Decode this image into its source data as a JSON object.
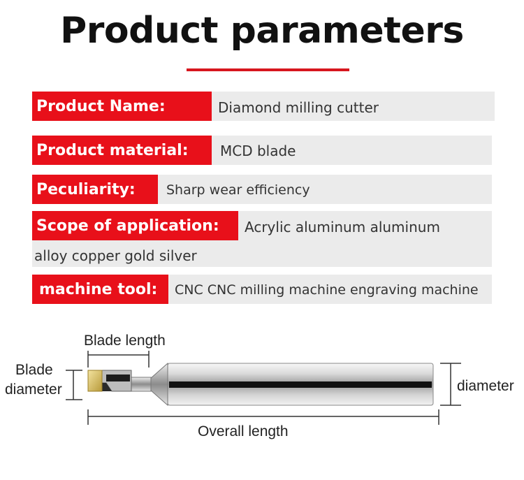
{
  "title": "Product parameters",
  "params": [
    {
      "label": "Product Name:",
      "value": "Diamond milling cutter"
    },
    {
      "label": "Product material:",
      "value": "MCD blade"
    },
    {
      "label": "Peculiarity:",
      "value": "Sharp wear efficiency"
    },
    {
      "label": "Scope of application:",
      "value": "Acrylic aluminum aluminum",
      "value_cont": "alloy copper gold silver"
    },
    {
      "label": "machine tool:",
      "value": "CNC CNC milling machine engraving machine"
    }
  ],
  "diagram": {
    "blade_length": "Blade length",
    "blade_diameter_line1": "Blade",
    "blade_diameter_line2": "diameter",
    "diameter": "diameter",
    "overall_length": "Overall length"
  },
  "colors": {
    "accent": "#e8101a",
    "row_bg": "#ebebeb"
  }
}
